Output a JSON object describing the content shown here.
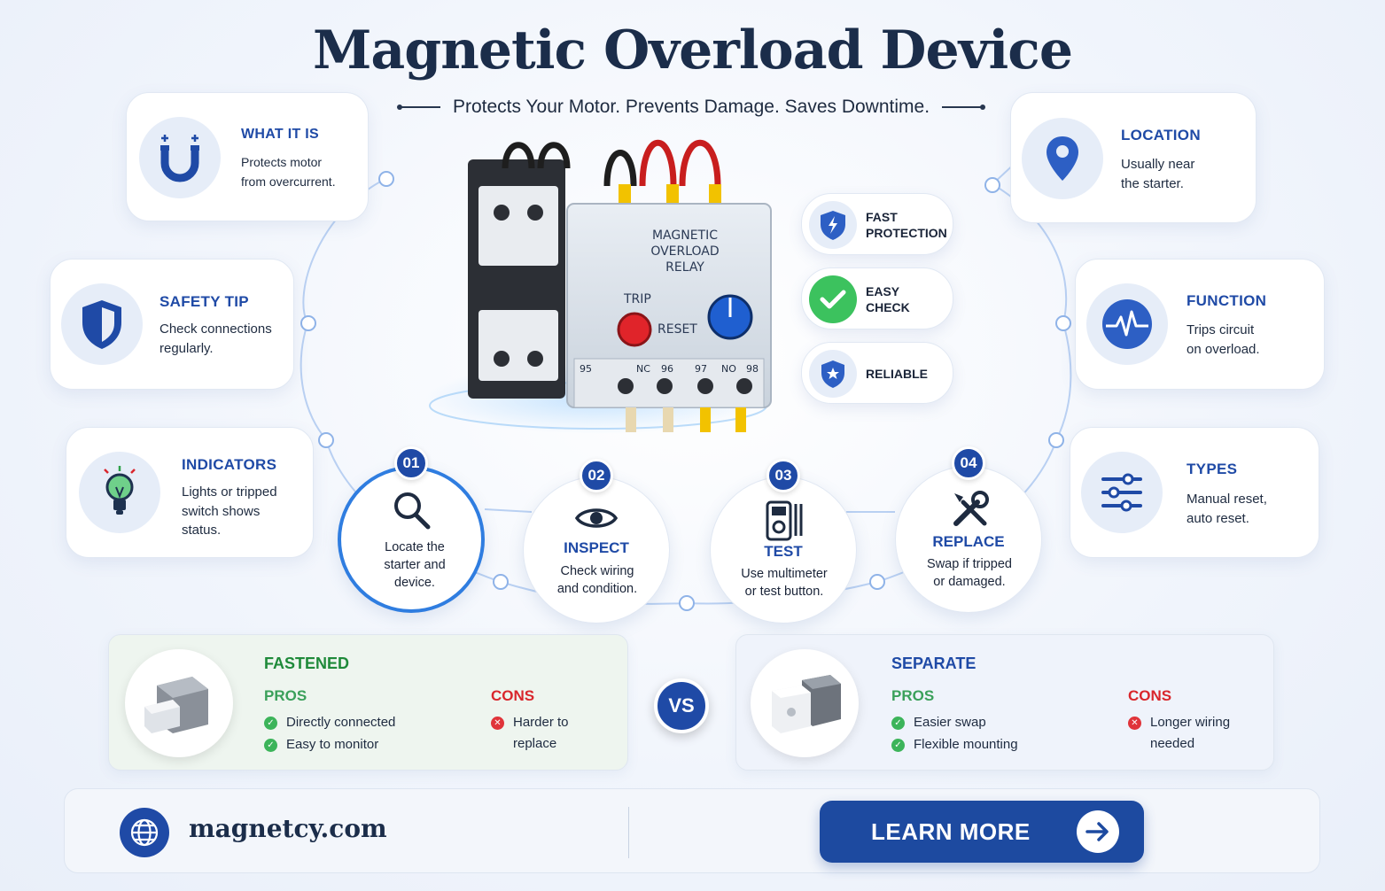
{
  "header": {
    "title": "Magnetic Overload Device",
    "subtitle": "Protects Your Motor. Prevents Damage. Saves Downtime."
  },
  "cards": {
    "what_it_is": {
      "title": "WHAT IT IS",
      "line1": "Protects motor",
      "line2": "from overcurrent.",
      "icon": "magnet-icon"
    },
    "safety_tip": {
      "title": "SAFETY TIP",
      "line1": "Check connections",
      "line2": "regularly.",
      "icon": "shield-icon"
    },
    "indicators": {
      "title": "INDICATORS",
      "line1": "Lights or tripped",
      "line2": "switch shows",
      "line3": "status.",
      "icon": "lightbulb-icon"
    },
    "location": {
      "title": "LOCATION",
      "line1": "Usually near",
      "line2": "the starter.",
      "icon": "location-pin-icon"
    },
    "function": {
      "title": "FUNCTION",
      "line1": "Trips circuit",
      "line2": "on overload.",
      "icon": "pulse-icon"
    },
    "types": {
      "title": "TYPES",
      "line1": "Manual reset,",
      "line2": "auto reset.",
      "icon": "sliders-icon"
    }
  },
  "features": [
    {
      "line1": "FAST",
      "line2": "PROTECTION",
      "icon": "lightning-shield-icon",
      "color": "#2d5fc4"
    },
    {
      "line1": "EASY",
      "line2": "CHECK",
      "icon": "check-icon",
      "color": "#3cc25e"
    },
    {
      "line1": "RELIABLE",
      "line2": "",
      "icon": "shield-star-icon",
      "color": "#2d5fc4"
    }
  ],
  "device": {
    "label_line1": "MAGNETIC",
    "label_line2": "OVERLOAD",
    "label_line3": "RELAY",
    "trip_label": "TRIP",
    "reset_label": "RESET",
    "terminals": [
      "95",
      "NC",
      "96",
      "97",
      "NO",
      "98"
    ]
  },
  "steps": [
    {
      "num": "01",
      "title": "",
      "line1": "Locate the",
      "line2": "starter and",
      "line3": "device.",
      "icon": "magnifier-icon"
    },
    {
      "num": "02",
      "title": "INSPECT",
      "line1": "Check wiring",
      "line2": "and condition.",
      "line3": "",
      "icon": "eye-icon"
    },
    {
      "num": "03",
      "title": "TEST",
      "line1": "Use multimeter",
      "line2": "or test button.",
      "line3": "",
      "icon": "multimeter-icon"
    },
    {
      "num": "04",
      "title": "REPLACE",
      "line1": "Swap if tripped",
      "line2": "or damaged.",
      "line3": "",
      "icon": "tools-icon"
    }
  ],
  "comparison": {
    "vs_label": "VS",
    "fastened": {
      "title": "FASTENED",
      "pros_label": "PROS",
      "cons_label": "CONS",
      "pros": [
        "Directly connected",
        "Easy to monitor"
      ],
      "cons_line1": "Harder to",
      "cons_line2": "replace"
    },
    "separate": {
      "title": "SEPARATE",
      "pros_label": "PROS",
      "cons_label": "CONS",
      "pros": [
        "Easier swap",
        "Flexible mounting"
      ],
      "cons_line1": "Longer wiring",
      "cons_line2": "needed"
    }
  },
  "footer": {
    "site": "magnetcy.com",
    "cta_label": "LEARN MORE"
  },
  "colors": {
    "primary": "#1f4aa6",
    "green": "#1f8a3a",
    "red": "#d9262c",
    "title_dark": "#1b2d4a"
  }
}
